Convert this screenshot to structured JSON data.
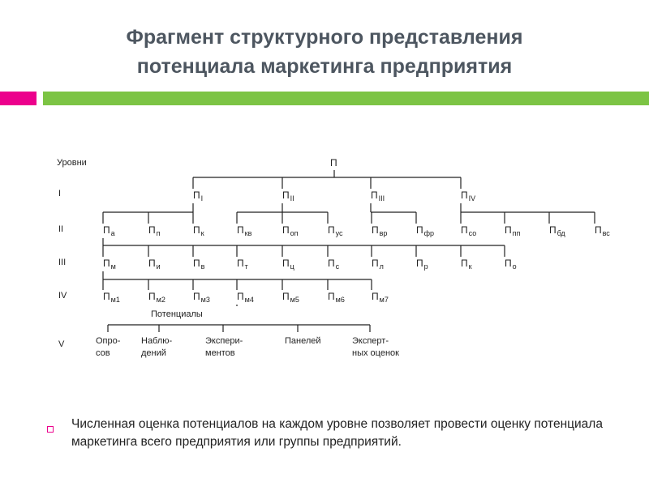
{
  "title": {
    "line1": "Фрагмент структурного представления",
    "line2": "потенциала маркетинга предприятия"
  },
  "colors": {
    "title": "#4d5660",
    "accent_pink": "#ec008c",
    "accent_green": "#7cc444"
  },
  "diagram": {
    "levels_header": "Уровни",
    "level_labels": [
      "I",
      "II",
      "III",
      "IV",
      "V"
    ],
    "root": {
      "base": "П",
      "sub": ""
    },
    "level1": [
      {
        "base": "П",
        "sub": "I"
      },
      {
        "base": "П",
        "sub": "II"
      },
      {
        "base": "П",
        "sub": "III"
      },
      {
        "base": "П",
        "sub": "IV"
      }
    ],
    "level2": [
      {
        "base": "П",
        "sub": "а"
      },
      {
        "base": "П",
        "sub": "п"
      },
      {
        "base": "П",
        "sub": "к"
      },
      {
        "base": "П",
        "sub": "кв"
      },
      {
        "base": "П",
        "sub": "оп"
      },
      {
        "base": "П",
        "sub": "ус"
      },
      {
        "base": "П",
        "sub": "вр"
      },
      {
        "base": "П",
        "sub": "фр"
      },
      {
        "base": "П",
        "sub": "со"
      },
      {
        "base": "П",
        "sub": "пп"
      },
      {
        "base": "П",
        "sub": "бд"
      },
      {
        "base": "П",
        "sub": "вс"
      }
    ],
    "level3": [
      {
        "base": "П",
        "sub": "м"
      },
      {
        "base": "П",
        "sub": "и"
      },
      {
        "base": "П",
        "sub": "в"
      },
      {
        "base": "П",
        "sub": "т"
      },
      {
        "base": "П",
        "sub": "ц"
      },
      {
        "base": "П",
        "sub": "с"
      },
      {
        "base": "П",
        "sub": "л"
      },
      {
        "base": "П",
        "sub": "р"
      },
      {
        "base": "П",
        "sub": "к"
      },
      {
        "base": "П",
        "sub": "о"
      }
    ],
    "level4": [
      {
        "base": "П",
        "sub": "м1"
      },
      {
        "base": "П",
        "sub": "м2"
      },
      {
        "base": "П",
        "sub": "м3"
      },
      {
        "base": "П",
        "sub": "м4"
      },
      {
        "base": "П",
        "sub": "м5"
      },
      {
        "base": "П",
        "sub": "м6"
      },
      {
        "base": "П",
        "sub": "м7"
      }
    ],
    "potentials_label": "Потенциалы",
    "level5": [
      {
        "lines": [
          "Опро-",
          "сов"
        ]
      },
      {
        "lines": [
          "Наблю-",
          "дений"
        ]
      },
      {
        "lines": [
          "Экспери-",
          "ментов"
        ]
      },
      {
        "lines": [
          "Панелей"
        ]
      },
      {
        "lines": [
          "Эксперт-",
          "ных оценок"
        ]
      }
    ]
  },
  "bullet": {
    "text": "Численная оценка потенциалов на каждом уровне позволяет провести оценку потенциала маркетинга всего предприятия или группы предприятий."
  }
}
